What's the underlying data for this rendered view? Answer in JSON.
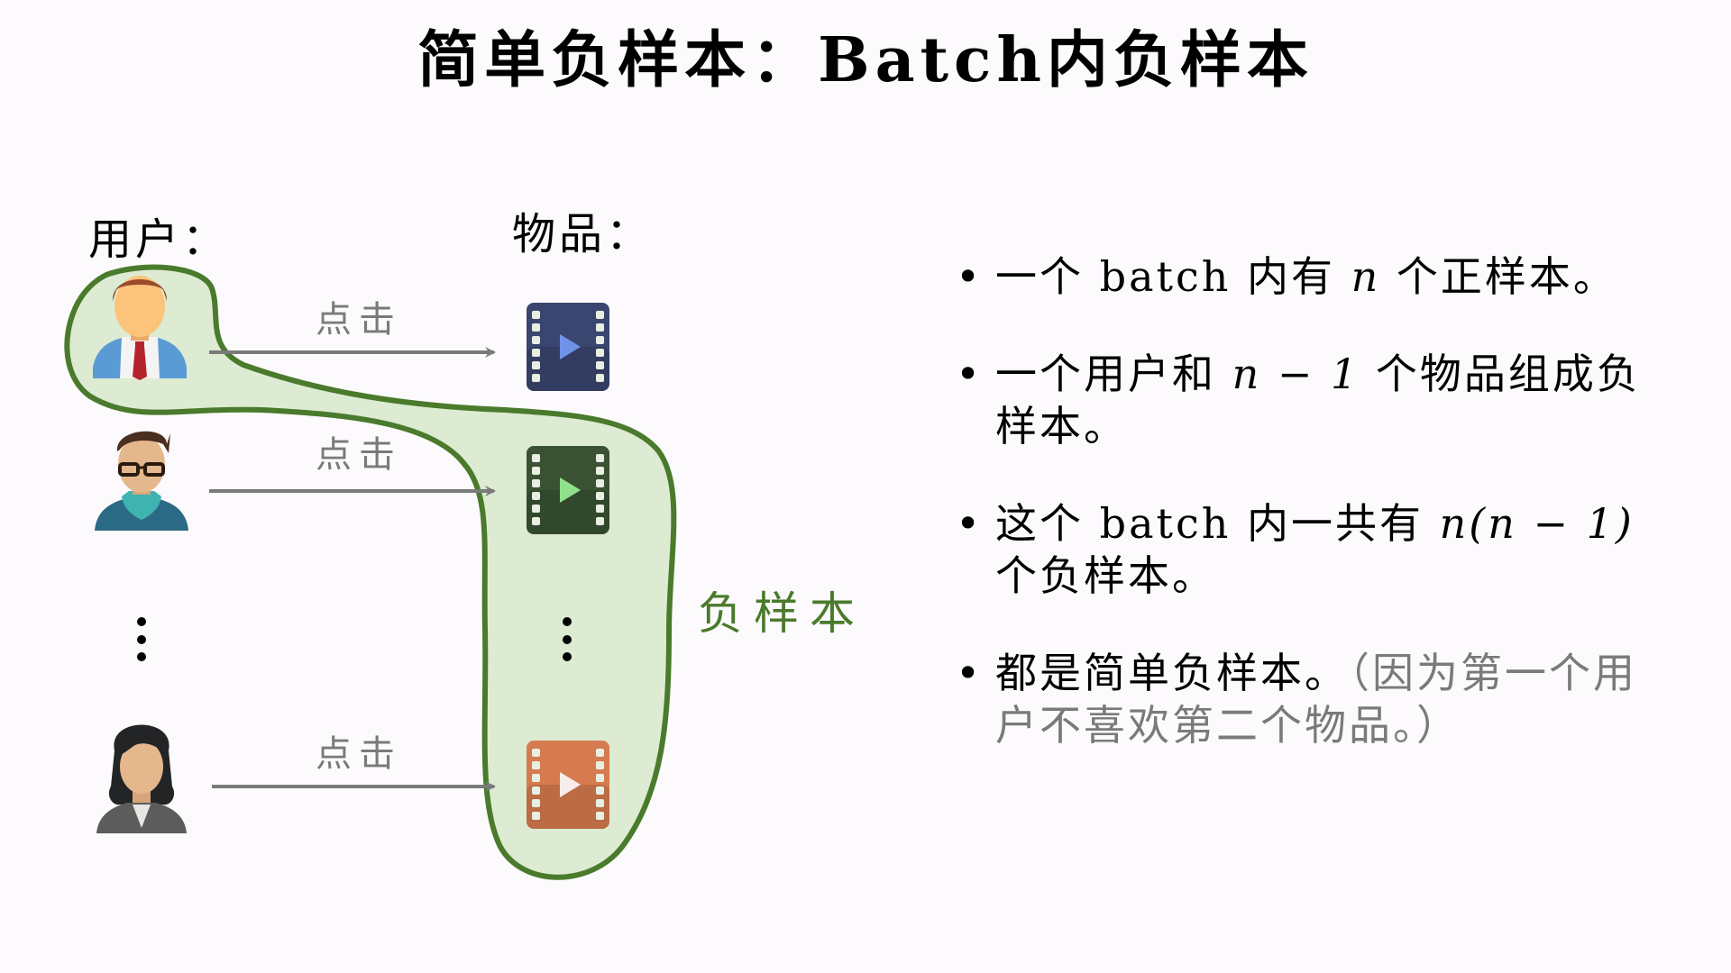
{
  "title": "简单负样本：Batch内负样本",
  "diagram": {
    "users_label": "用户：",
    "items_label": "物品：",
    "negative_label": "负样本",
    "click_labels": [
      "点击",
      "点击",
      "点击"
    ],
    "users": [
      {
        "icon": "man-with-tie-avatar"
      },
      {
        "icon": "man-with-glasses-scarf-avatar"
      },
      {
        "icon": "woman-avatar"
      }
    ],
    "items": [
      {
        "icon": "video-film-icon",
        "color": "#3b4670",
        "play_color": "#6f93e8"
      },
      {
        "icon": "video-film-icon",
        "color": "#3a5233",
        "play_color": "#8fe08a"
      },
      {
        "icon": "video-film-icon",
        "color": "#d67b4f",
        "play_color": "#f7ece8"
      }
    ],
    "ellipsis": "⋮",
    "highlight_fill": "#dcebd2",
    "highlight_stroke": "#4a7a2c",
    "arrow_color": "#7a7a7a"
  },
  "bullets": [
    {
      "parts": [
        {
          "t": "一个 batch 内有 "
        },
        {
          "t": "n",
          "math": true
        },
        {
          "t": " 个正样本。"
        }
      ]
    },
    {
      "parts": [
        {
          "t": "一个用户和 "
        },
        {
          "t": "n − 1",
          "math": true
        },
        {
          "t": " 个物品组成负样本。"
        }
      ]
    },
    {
      "parts": [
        {
          "t": "这个 batch 内一共有 "
        },
        {
          "t": "n(n − 1)",
          "math": true
        },
        {
          "t": " 个负样本。"
        }
      ]
    },
    {
      "parts": [
        {
          "t": "都是简单负样本。"
        },
        {
          "t": "（因为第一个用户不喜欢第二个物品。）",
          "muted": true
        }
      ]
    }
  ]
}
